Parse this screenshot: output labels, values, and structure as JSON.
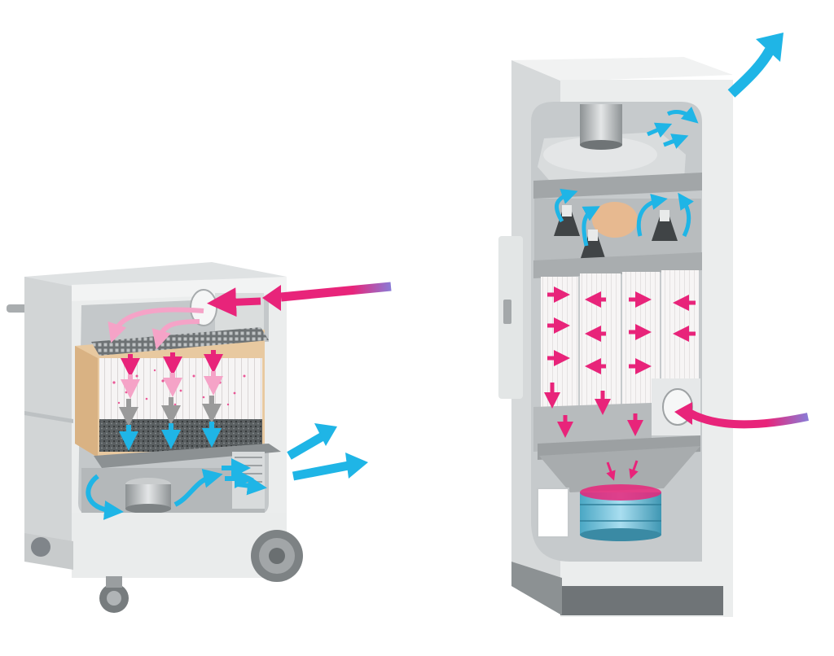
{
  "diagram": {
    "description_labels": [],
    "colors": {
      "dirty_air": "#e8247a",
      "dirty_air_light": "#f5a3c7",
      "clean_air": "#1fb5e6",
      "cabinet_light": "#eceeee",
      "cabinet_mid": "#d5d8d9",
      "cabinet_dark": "#b8bcbe",
      "wood_frame": "#e8c9a0",
      "filter_pleat": "#f4f2f2",
      "carbon": "#555a5c",
      "bin": "#7ec6dc",
      "dust": "#e8247a"
    },
    "units": [
      {
        "name": "mobile-fume-extractor",
        "flows": [
          "dirty-air-inlet",
          "filter",
          "carbon-layer",
          "fan",
          "clean-air-outlet"
        ]
      },
      {
        "name": "cartridge-dust-collector",
        "flows": [
          "dirty-air-inlet",
          "cartridge-filters",
          "pulse-cleaning",
          "fan",
          "clean-air-outlet",
          "dust-bin"
        ]
      }
    ]
  }
}
